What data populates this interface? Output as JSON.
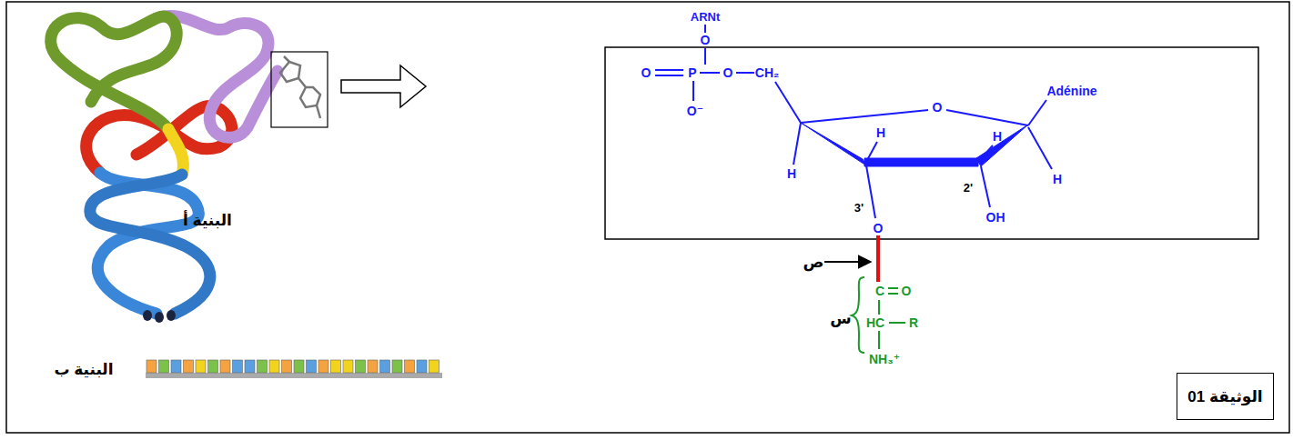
{
  "diagram": {
    "nodes": [
      {
        "text": [
          "الوثيقة 01"
        ]
      }
    ],
    "labels": [
      "البنية أ",
      "البنية ب",
      "ARNt",
      "O",
      "O",
      "P",
      "O",
      "CH₂",
      "O⁻",
      "O",
      "Adénine",
      "H",
      "H",
      "H",
      "H",
      "3'",
      "O",
      "2'",
      "OH",
      "ص",
      "C",
      "O",
      "HC",
      "R",
      "NH₃⁺",
      "س"
    ]
  }
}
